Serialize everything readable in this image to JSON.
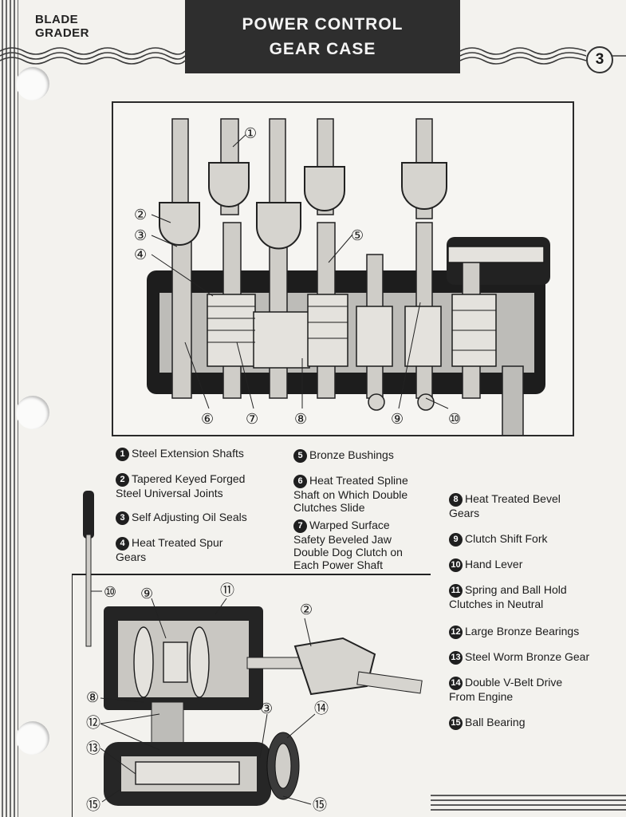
{
  "header": {
    "tag_line1": "BLADE",
    "tag_line2": "GRADER",
    "title_line1": "POWER CONTROL",
    "title_line2": "GEAR CASE",
    "page_number": "3"
  },
  "figure_top": {
    "callouts": [
      "①",
      "②",
      "③",
      "④",
      "⑤",
      "⑥",
      "⑦",
      "⑧",
      "⑨",
      "⑩"
    ]
  },
  "figure_bottom": {
    "callouts": [
      "⑩",
      "⑨",
      "⑪",
      "②",
      "⑧",
      "⑫",
      "⑬",
      "③",
      "⑭",
      "⑮",
      "⑮"
    ]
  },
  "legend": [
    {
      "n": "1",
      "text": "Steel Extension Shafts"
    },
    {
      "n": "2",
      "text": "Tapered Keyed Forged Steel Universal Joints"
    },
    {
      "n": "3",
      "text": "Self Adjusting Oil Seals"
    },
    {
      "n": "4",
      "text": "Heat Treated Spur Gears"
    },
    {
      "n": "5",
      "text": "Bronze Bushings"
    },
    {
      "n": "6",
      "text": "Heat Treated Spline Shaft on Which Double Clutches Slide"
    },
    {
      "n": "7",
      "text": "Warped Surface Safety Beveled Jaw Double Dog Clutch on Each Power Shaft"
    },
    {
      "n": "8",
      "text": "Heat Treated Bevel Gears"
    },
    {
      "n": "9",
      "text": "Clutch Shift Fork"
    },
    {
      "n": "10",
      "text": "Hand Lever"
    },
    {
      "n": "11",
      "text": "Spring and Ball Hold Clutches in Neutral"
    },
    {
      "n": "12",
      "text": "Large Bronze Bearings"
    },
    {
      "n": "13",
      "text": "Steel Worm Bronze Gear"
    },
    {
      "n": "14",
      "text": "Double V-Belt Drive From Engine"
    },
    {
      "n": "15",
      "text": "Ball Bearing"
    }
  ]
}
